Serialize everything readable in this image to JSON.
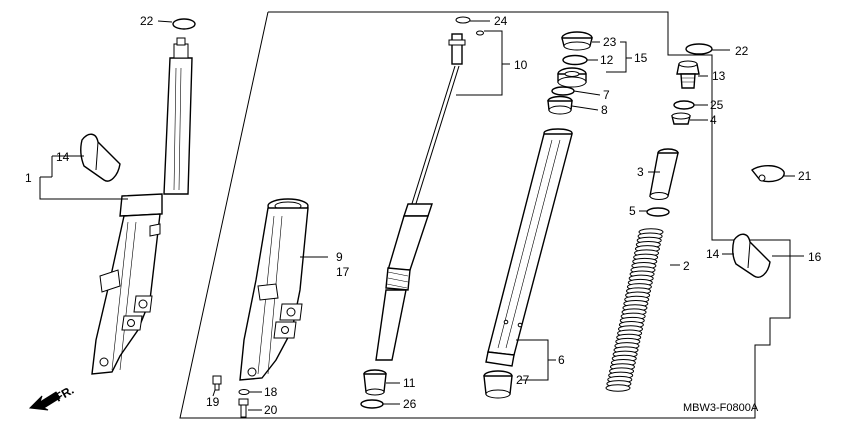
{
  "diagram_code": "MBW3-F0800A",
  "front_indicator": "FR.",
  "callouts": {
    "c1": "1",
    "c2": "2",
    "c3": "3",
    "c4": "4",
    "c5": "5",
    "c6": "6",
    "c7": "7",
    "c8": "8",
    "c9": "9",
    "c10": "10",
    "c11": "11",
    "c12": "12",
    "c13": "13",
    "c14a": "14",
    "c14b": "14",
    "c15": "15",
    "c16": "16",
    "c17": "17",
    "c18": "18",
    "c19": "19",
    "c20": "20",
    "c21": "21",
    "c22a": "22",
    "c22b": "22",
    "c23": "23",
    "c24": "24",
    "c25": "25",
    "c26": "26",
    "c27": "27"
  }
}
